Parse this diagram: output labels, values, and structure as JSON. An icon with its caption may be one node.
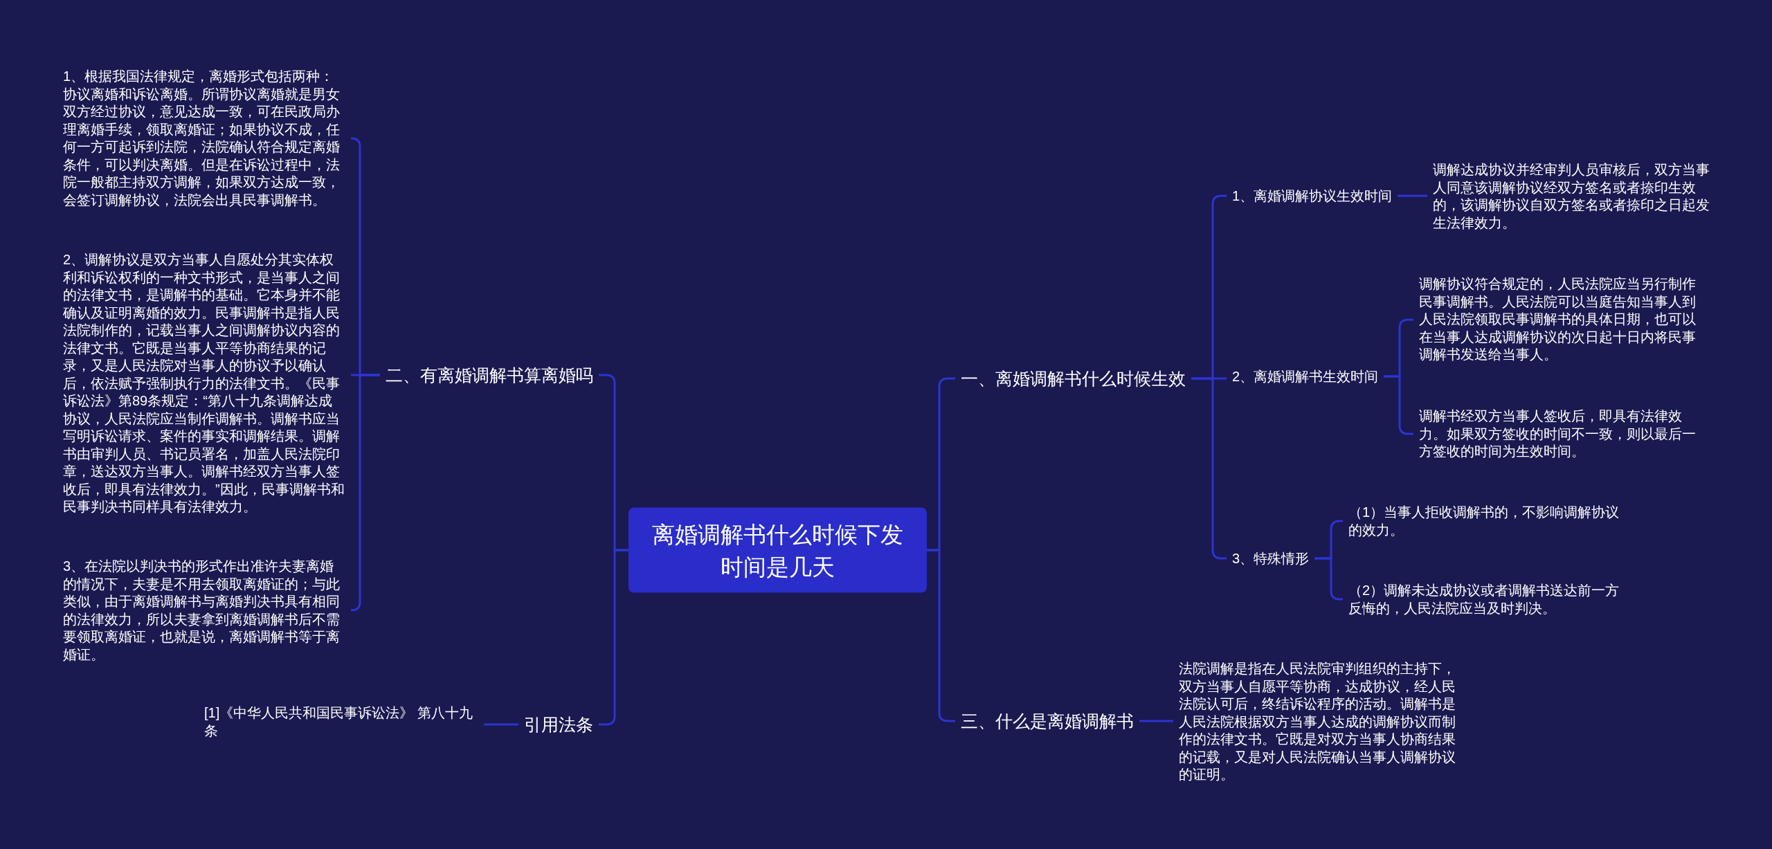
{
  "diagram": {
    "nodes": [
      {
        "text": [
          "离婚调解书什么时候下发时间是几天"
        ]
      },
      {
        "text": [
          "一、离婚调解书什么时候生效"
        ]
      },
      {
        "text": [
          "1、离婚调解协议生效时间"
        ]
      },
      {
        "text": [
          "调解达成协议并经审判人员审核后，双方当事人同意该调解协议经双方签名或者捺印生效的，该调解协议自双方签名或者捺印之日起发生法律效力。"
        ]
      },
      {
        "text": [
          "2、离婚调解书生效时间"
        ]
      },
      {
        "text": [
          "调解协议符合规定的，人民法院应当另行制作民事调解书。人民法院可以当庭告知当事人到人民法院领取民事调解书的具体日期，也可以在当事人达成调解协议的次日起十日内将民事调解书发送给当事人。"
        ]
      },
      {
        "text": [
          "调解书经双方当事人签收后，即具有法律效力。如果双方签收的时间不一致，则以最后一方签收的时间为生效时间。"
        ]
      },
      {
        "text": [
          "3、特殊情形"
        ]
      },
      {
        "text": [
          "（1）当事人拒收调解书的，不影响调解协议的效力。"
        ]
      },
      {
        "text": [
          "（2）调解未达成协议或者调解书送达前一方反悔的，人民法院应当及时判决。"
        ]
      },
      {
        "text": [
          "三、什么是离婚调解书"
        ]
      },
      {
        "text": [
          "法院调解是指在人民法院审判组织的主持下，双方当事人自愿平等协商，达成协议，经人民法院认可后，终结诉讼程序的活动。调解书是人民法院根据双方当事人达成的调解协议而制作的法律文书。它既是对双方当事人协商结果的记载，又是对人民法院确认当事人调解协议的证明。"
        ]
      },
      {
        "text": [
          "二、有离婚调解书算离婚吗"
        ]
      },
      {
        "text": [
          "1、根据我国法律规定，离婚形式包括两种：协议离婚和诉讼离婚。所谓协议离婚就是男女双方经过协议，意见达成一致，可在民政局办理离婚手续，领取离婚证；如果协议不成，任何一方可起诉到法院，法院确认符合规定离婚条件，可以判决离婚。但是在诉讼过程中，法院一般都主持双方调解，如果双方达成一致，会签订调解协议，法院会出具民事调解书。"
        ]
      },
      {
        "text": [
          "2、调解协议是双方当事人自愿处分其实体权利和诉讼权利的一种文书形式，是当事人之间的法律文书，是调解书的基础。它本身并不能确认及证明离婚的效力。民事调解书是指人民法院制作的，记载当事人之间调解协议内容的法律文书。它既是当事人平等协商结果的记录，又是人民法院对当事人的协议予以确认后，依法赋予强制执行力的法律文书。《民事诉讼法》第89条规定：“第八十九条调解达成协议，人民法院应当制作调解书。调解书应当写明诉讼请求、案件的事实和调解结果。调解书由审判人员、书记员署名，加盖人民法院印章，送达双方当事人。调解书经双方当事人签收后，即具有法律效力。”因此，民事调解书和民事判决书同样具有法律效力。"
        ]
      },
      {
        "text": [
          "3、在法院以判决书的形式作出准许夫妻离婚的情况下，夫妻是不用去领取离婚证的；与此类似，由于离婚调解书与离婚判决书具有相同的法律效力，所以夫妻拿到离婚调解书后不需要领取离婚证，也就是说，离婚调解书等于离婚证。"
        ]
      },
      {
        "text": [
          "引用法条"
        ]
      },
      {
        "text": [
          "[1]《中华人民共和国民事诉讼法》 第八十九条"
        ]
      }
    ],
    "edges": [
      {
        "from": 0,
        "to": 1,
        "arrow": "none"
      },
      {
        "from": 1,
        "to": 2,
        "arrow": "none"
      },
      {
        "from": 2,
        "to": 3,
        "arrow": "none"
      },
      {
        "from": 1,
        "to": 4,
        "arrow": "none"
      },
      {
        "from": 4,
        "to": 5,
        "arrow": "none"
      },
      {
        "from": 4,
        "to": 6,
        "arrow": "none"
      },
      {
        "from": 1,
        "to": 7,
        "arrow": "none"
      },
      {
        "from": 7,
        "to": 8,
        "arrow": "none"
      },
      {
        "from": 7,
        "to": 9,
        "arrow": "none"
      },
      {
        "from": 0,
        "to": 10,
        "arrow": "none"
      },
      {
        "from": 10,
        "to": 11,
        "arrow": "none"
      },
      {
        "from": 0,
        "to": 12,
        "arrow": "none"
      },
      {
        "from": 12,
        "to": 13,
        "arrow": "none"
      },
      {
        "from": 12,
        "to": 14,
        "arrow": "none"
      },
      {
        "from": 12,
        "to": 15,
        "arrow": "none"
      },
      {
        "from": 0,
        "to": 16,
        "arrow": "none"
      },
      {
        "from": 16,
        "to": 17,
        "arrow": "none"
      }
    ]
  }
}
